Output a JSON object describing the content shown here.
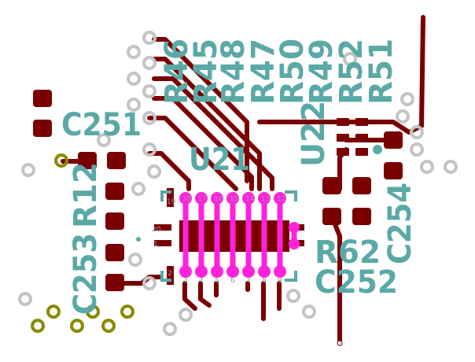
{
  "colors": {
    "background": "#ffffff",
    "copper": "#7a0000",
    "via": "#c4c4c4",
    "silkscreen": "#5aa9a7",
    "highlight": "#ff22dd",
    "hole_ring": "#8a8a00"
  },
  "designators": {
    "r46": "R46",
    "r45": "R45",
    "r48": "R48",
    "r47": "R47",
    "r50": "R50",
    "r49": "R49",
    "r52": "R52",
    "r51": "R51",
    "c251": "C251",
    "u22": "U22",
    "u21": "U21",
    "r12": "R12",
    "c253": "C253",
    "c254": "C254",
    "r62": "R62",
    "c252": "C252"
  },
  "pin_labels": {
    "p19": "19",
    "p20": "20",
    "p1": "1",
    "p2": "2",
    "top_pins": [
      "18",
      "17",
      "16",
      "15",
      "14",
      "13",
      "12"
    ],
    "bottom_pins": [
      "3",
      "4",
      "5",
      "6",
      "7",
      "8",
      "9"
    ]
  }
}
